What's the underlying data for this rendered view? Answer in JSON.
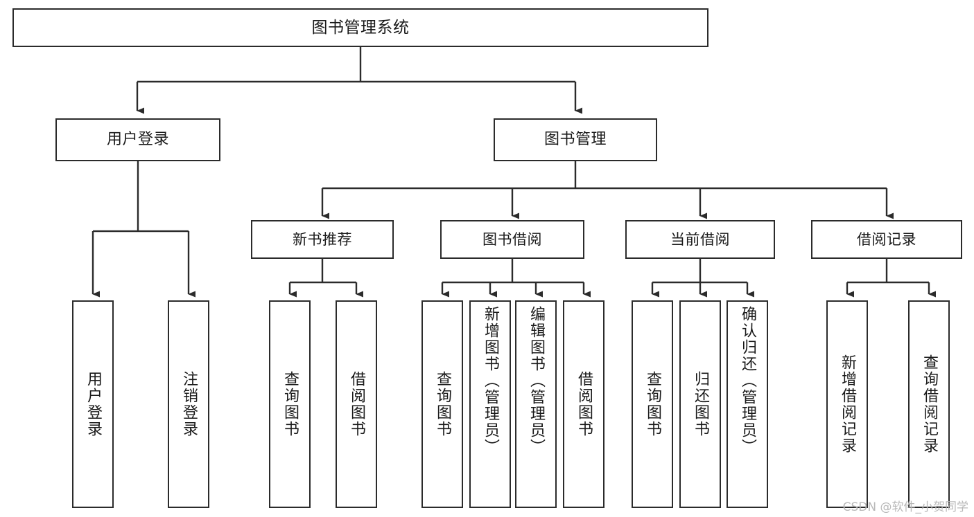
{
  "diagram": {
    "title": "图书管理系统",
    "type": "hierarchy-tree",
    "watermark": "CSDN @软件_小贺同学",
    "colors": {
      "background": "#ffffff",
      "box_border": "#2b2b2b",
      "box_fill": "#ffffff",
      "text": "#1a1a1a",
      "connector": "#2b2b2b",
      "watermark": "#b9b9b9"
    },
    "levels": {
      "root": {
        "label": "图书管理系统"
      },
      "level2": [
        {
          "label": "用户登录"
        },
        {
          "label": "图书管理"
        }
      ],
      "level3": [
        {
          "label": "新书推荐"
        },
        {
          "label": "图书借阅"
        },
        {
          "label": "当前借阅"
        },
        {
          "label": "借阅记录"
        }
      ],
      "leaves": [
        {
          "label": "用户登录",
          "parent": "用户登录"
        },
        {
          "label": "注销登录",
          "parent": "用户登录"
        },
        {
          "label": "查询图书",
          "parent": "新书推荐"
        },
        {
          "label": "借阅图书",
          "parent": "新书推荐"
        },
        {
          "label": "查询图书",
          "parent": "图书借阅"
        },
        {
          "label": "新增图书（管理员）",
          "parent": "图书借阅"
        },
        {
          "label": "编辑图书（管理员）",
          "parent": "图书借阅"
        },
        {
          "label": "借阅图书",
          "parent": "图书借阅"
        },
        {
          "label": "查询图书",
          "parent": "当前借阅"
        },
        {
          "label": "归还图书",
          "parent": "当前借阅"
        },
        {
          "label": "确认归还（管理员）",
          "parent": "当前借阅"
        },
        {
          "label": "新增借阅记录",
          "parent": "借阅记录"
        },
        {
          "label": "查询借阅记录",
          "parent": "借阅记录"
        }
      ]
    }
  }
}
